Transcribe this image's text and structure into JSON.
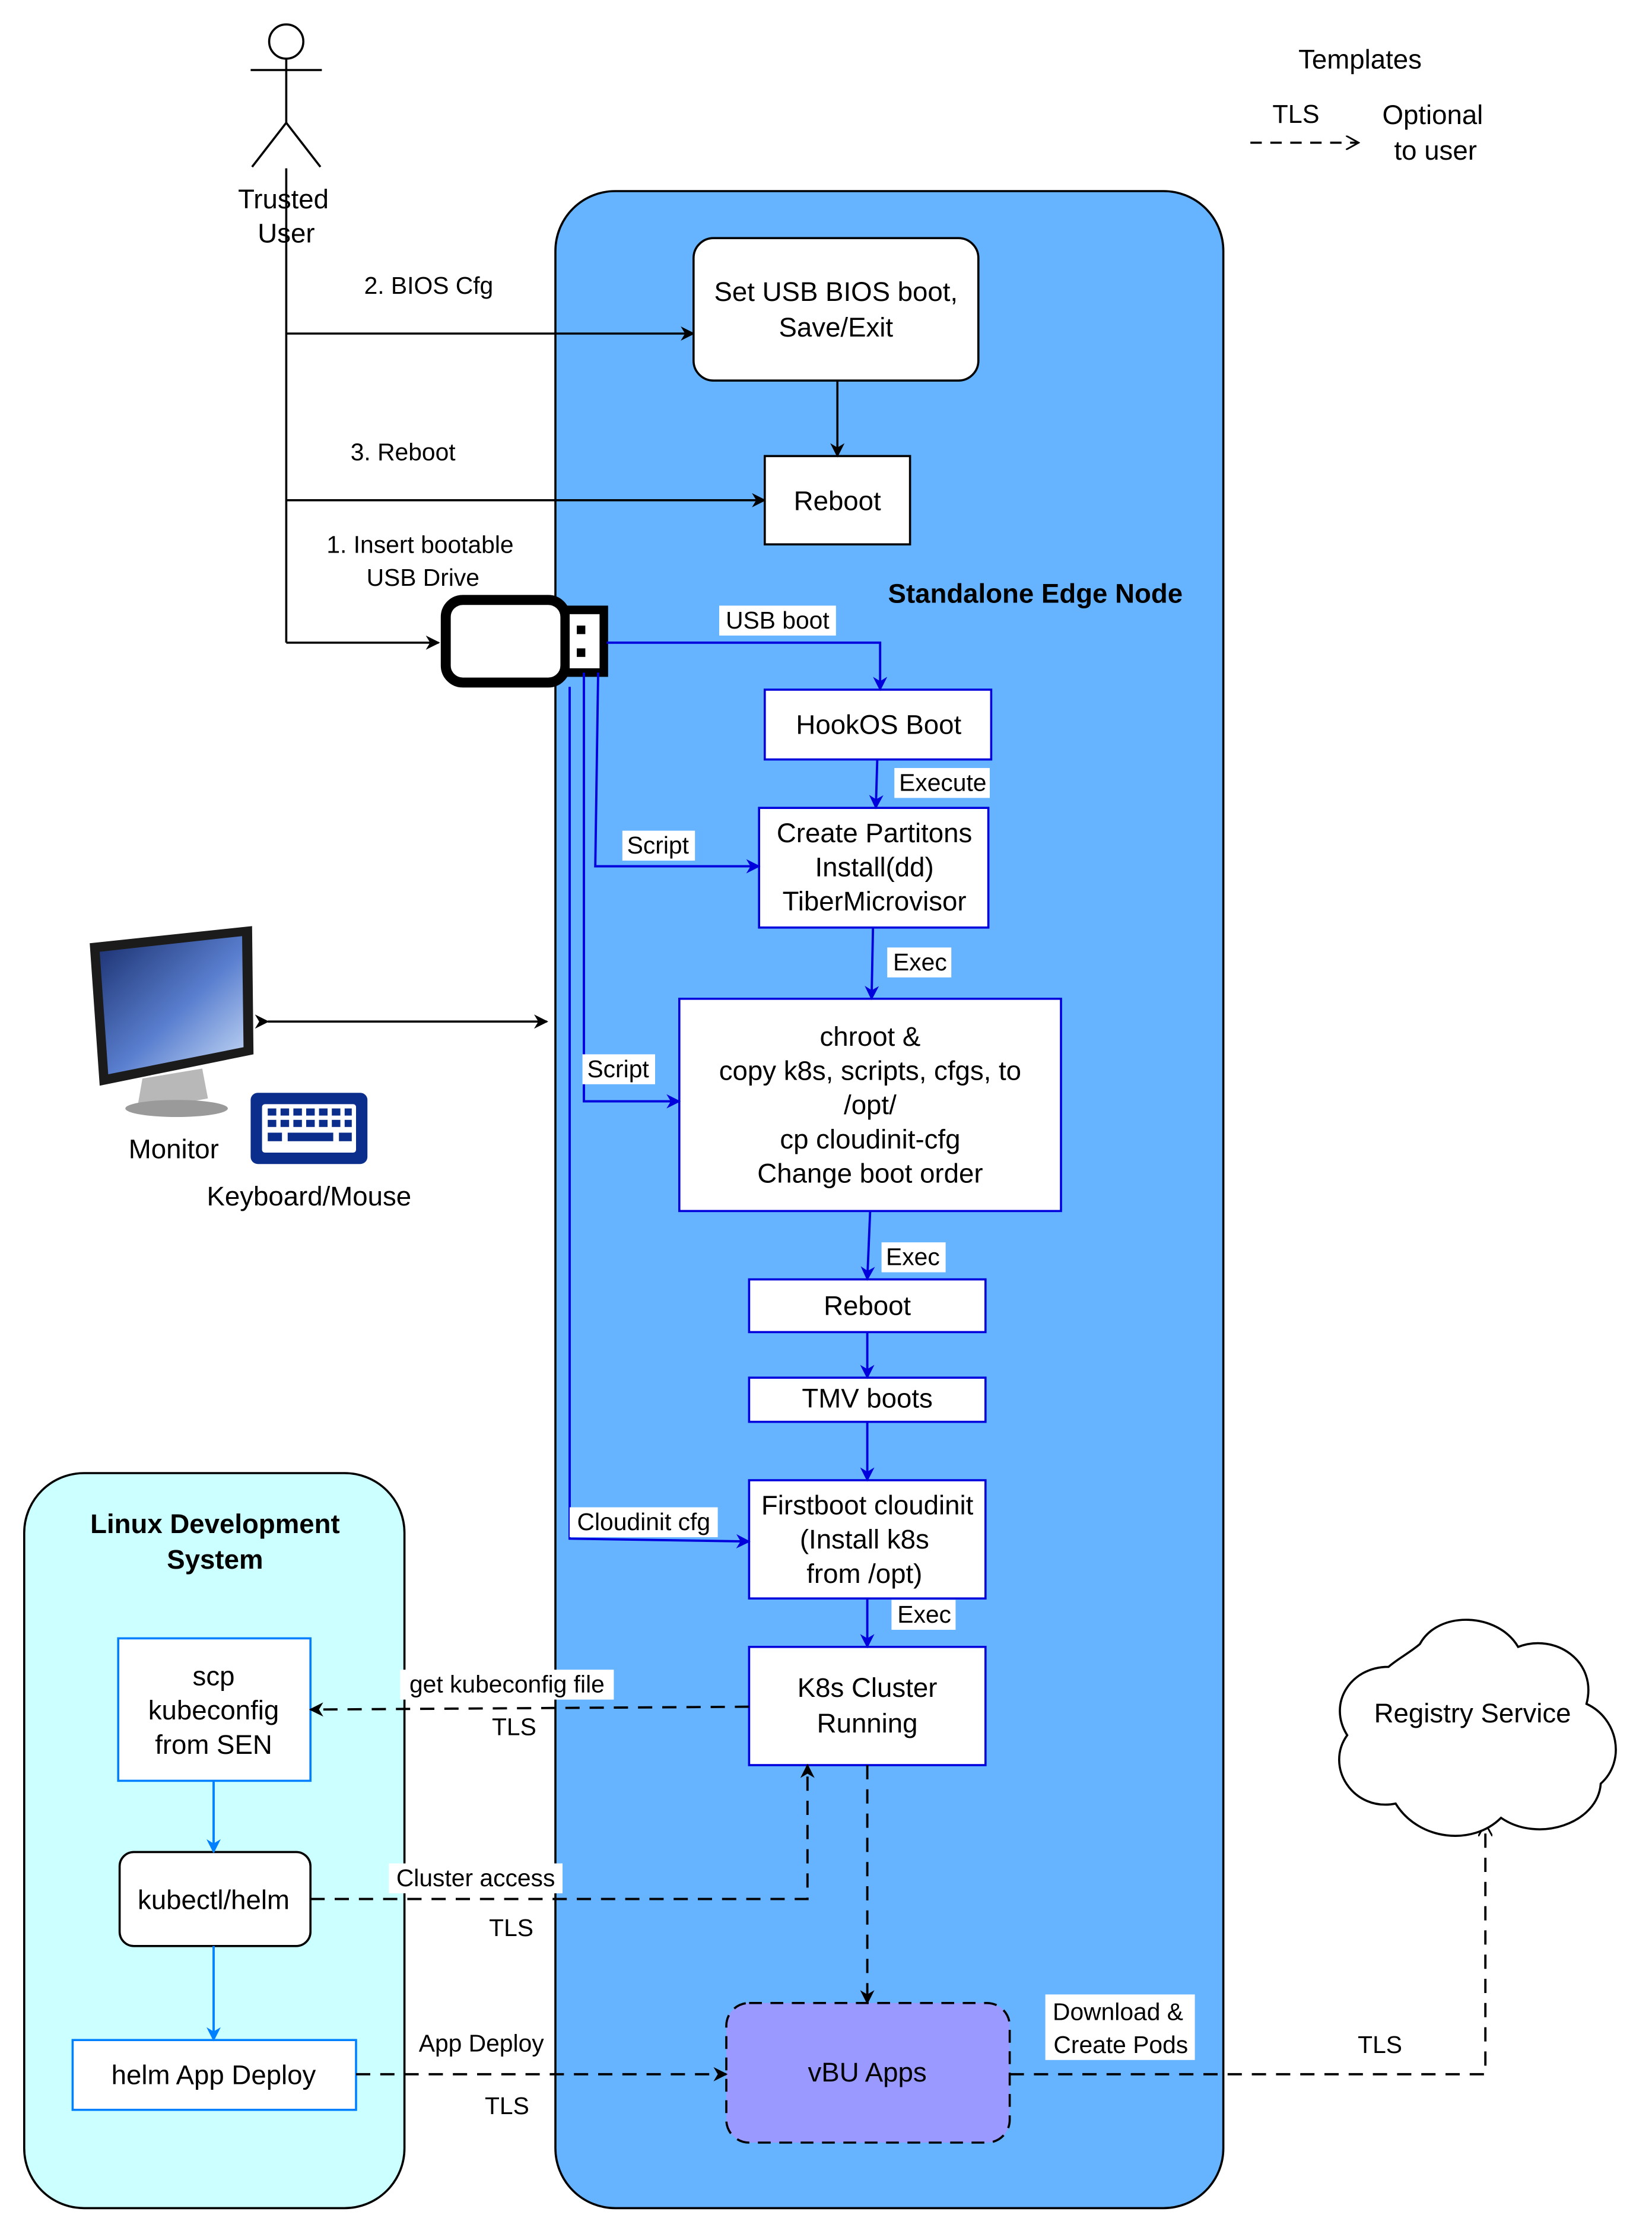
{
  "legend": {
    "title": "Templates",
    "tls": "TLS",
    "optional_line1": "Optional",
    "optional_line2": "to user"
  },
  "actor": {
    "line1": "Trusted",
    "line2": "User"
  },
  "user_steps": {
    "bios_cfg": "2. BIOS Cfg",
    "reboot": "3. Reboot",
    "insert_line1": "1. Insert bootable",
    "insert_line2": "USB Drive"
  },
  "edge_node": {
    "title": "Standalone Edge Node",
    "usb_bios_line1": "Set USB BIOS boot,",
    "usb_bios_line2": "Save/Exit",
    "reboot1": "Reboot",
    "hookos": "HookOS Boot",
    "partitions_line1": "Create Partitons",
    "partitions_line2": "Install(dd)",
    "partitions_line3": "TiberMicrovisor",
    "chroot_line1": "chroot &",
    "chroot_line2": "copy k8s, scripts, cfgs, to",
    "chroot_line3": "/opt/",
    "chroot_line4": "cp cloudinit-cfg",
    "chroot_line5": "Change boot order",
    "reboot2": "Reboot",
    "tmv": "TMV boots",
    "firstboot_line1": "Firstboot cloudinit",
    "firstboot_line2": "(Install k8s",
    "firstboot_line3": "from /opt)",
    "k8s_line1": "K8s Cluster",
    "k8s_line2": "Running",
    "vbu": "vBU Apps"
  },
  "edge_labels": {
    "usb_boot": "USB boot",
    "execute": "Execute",
    "script1": "Script",
    "exec1": "Exec",
    "script2": "Script",
    "exec2": "Exec",
    "cloudinit_cfg": "Cloudinit cfg",
    "exec3": "Exec"
  },
  "peripherals": {
    "monitor": "Monitor",
    "keyboard": "Keyboard/Mouse"
  },
  "linux_dev": {
    "title_line1": "Linux Development",
    "title_line2": "System",
    "scp_line1": "scp",
    "scp_line2": "kubeconfig",
    "scp_line3": "from SEN",
    "kubectl": "kubectl/helm",
    "helm_deploy": "helm App Deploy"
  },
  "connections": {
    "get_kubeconfig": "get kubeconfig file",
    "tls1": "TLS",
    "cluster_access": "Cluster access",
    "tls2": "TLS",
    "app_deploy": "App Deploy",
    "tls3": "TLS",
    "download_line1": "Download &",
    "download_line2": "Create Pods",
    "tls4": "TLS"
  },
  "registry": {
    "label": "Registry Service"
  },
  "colors": {
    "edge_node_fill": "#66b3ff",
    "linux_fill": "#ccffff",
    "vbu_fill": "#9999ff",
    "flow_blue": "#0000dd",
    "linux_blue": "#007fff"
  }
}
